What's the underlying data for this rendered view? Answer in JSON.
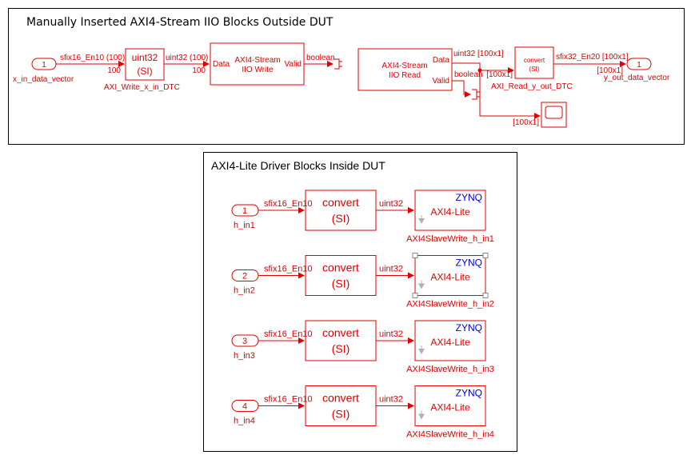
{
  "top_panel": {
    "title": "Manually Inserted AXI4-Stream IIO Blocks Outside DUT",
    "in_port": {
      "number": "1",
      "label": "x_in_data_vector"
    },
    "in_signal": "sfix16_En10 (100)",
    "dtc_write": {
      "line1": "uint32",
      "line2": "(SI)",
      "name": "AXI_Write_x_in_DTC",
      "port_dim": "100"
    },
    "dtc_write_out_signal": "uint32 (100)",
    "iio_write": {
      "port_data": "Data",
      "title_line1": "AXI4-Stream",
      "title_line2": "IIO Write",
      "port_valid": "Valid",
      "port_dim": "100"
    },
    "iio_write_out_signal": "boolean",
    "iio_read": {
      "title_line1": "AXI4-Stream",
      "title_line2": "IIO Read",
      "port_data": "Data",
      "port_valid": "Valid"
    },
    "iio_read_data_signal": "uint32 [100x1]",
    "iio_read_valid_signal": "boolean",
    "dim_label_convert_in": "[100x1]",
    "dim_label_scope": "[100x1]",
    "dtc_read": {
      "line1": "convert",
      "line2": "(SI)",
      "name": "AXI_Read_y_out_DTC"
    },
    "dtc_read_out_signal": "sfix32_En20 [100x1]",
    "out_dim": "[100x1]",
    "out_port": {
      "number": "1",
      "label": "y_out_data_vector"
    }
  },
  "bottom_panel": {
    "title": "AXI4-Lite Driver Blocks Inside DUT",
    "rows": [
      {
        "port_number": "1",
        "port_label": "h_in1",
        "in_signal": "sfix16_En10",
        "convert_line1": "convert",
        "convert_line2": "(SI)",
        "out_signal": "uint32",
        "brand": "ZYNQ",
        "axi_label": "AXI4-Lite",
        "block_name": "AXI4SlaveWrite_h_in1"
      },
      {
        "port_number": "2",
        "port_label": "h_in2",
        "in_signal": "sfix16_En10",
        "convert_line1": "convert",
        "convert_line2": "(SI)",
        "out_signal": "uint32",
        "brand": "ZYNQ",
        "axi_label": "AXI4-Lite",
        "block_name": "AXI4SlaveWrite_h_in2"
      },
      {
        "port_number": "3",
        "port_label": "h_in3",
        "in_signal": "sfix16_En10",
        "convert_line1": "convert",
        "convert_line2": "(SI)",
        "out_signal": "uint32",
        "brand": "ZYNQ",
        "axi_label": "AXI4-Lite",
        "block_name": "AXI4SlaveWrite_h_in3"
      },
      {
        "port_number": "4",
        "port_label": "h_in4",
        "in_signal": "sfix16_En10",
        "convert_line1": "convert",
        "convert_line2": "(SI)",
        "out_signal": "uint32",
        "brand": "ZYNQ",
        "axi_label": "AXI4-Lite",
        "block_name": "AXI4SlaveWrite_h_in4"
      }
    ]
  },
  "colors": {
    "block": "#e00000",
    "brand": "#0000cc",
    "frame": "#000000"
  }
}
